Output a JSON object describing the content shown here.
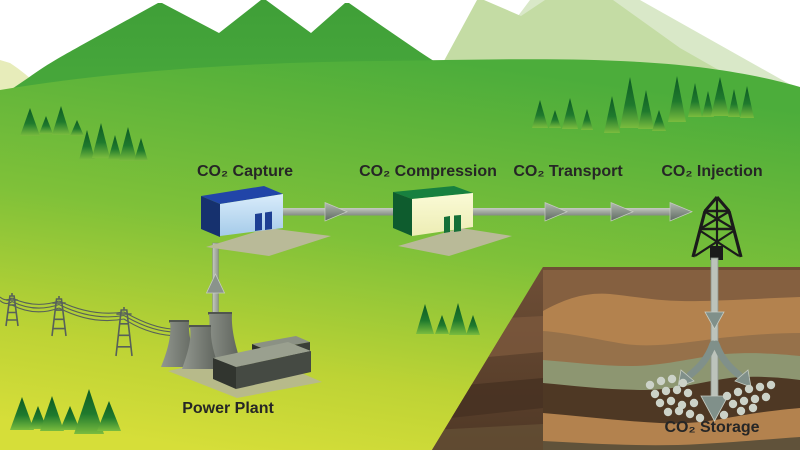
{
  "diagram": {
    "type": "process-flow",
    "title_hint": "CO2 capture, transport and storage chain",
    "source": {
      "label": "Power Plant"
    },
    "stages": [
      {
        "id": "capture",
        "label": "CO₂ Capture"
      },
      {
        "id": "compression",
        "label": "CO₂ Compression"
      },
      {
        "id": "transport",
        "label": "CO₂ Transport"
      },
      {
        "id": "injection",
        "label": "CO₂ Injection"
      }
    ],
    "destination": {
      "label": "CO₂ Storage"
    },
    "palette": {
      "sky": "#ffffff",
      "mountain_green": "#46a53b",
      "far_mountain_light": "#d9e8c8",
      "far_mountain": "#c4dca4",
      "ground_top": "#4cad3b",
      "ground_bottom": "#d6de39",
      "tree_dark": "#0c5a23",
      "pipe_gray": "#a9b0a8",
      "arrow_gray": "#7e8881",
      "capture_roof_navy": "#2145a8",
      "capture_front_blue": "#cfe6f8",
      "compression_roof_green": "#17803f",
      "compression_front_cream": "#f8f8ce",
      "cooling_tower_gray": "#737873",
      "derrick_black": "#1b1b1b",
      "soil_brown": "#856040",
      "soil_tan": "#b3824e",
      "aquifer_olive": "#8d9671",
      "storage_dark_brown": "#4e3824",
      "label_color": "#262626"
    }
  }
}
